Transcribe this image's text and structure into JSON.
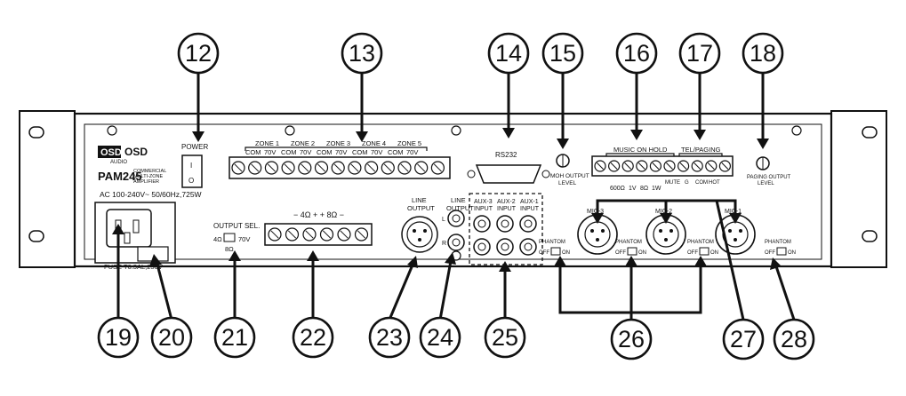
{
  "panel": {
    "brand_logo": "OSD",
    "brand_sub": "AUDIO",
    "brand_logo_right": "OSD",
    "model": "PAM245",
    "model_desc_line1": "COMMERCIAL",
    "model_desc_line2": "MULTI-ZONE",
    "model_desc_line3": "AMPLIFIER",
    "ac_spec": "AC 100-240V~ 50/60Hz,725W",
    "fuse": "FUSE T6.3AL,250V",
    "power": "POWER",
    "power_on": "I",
    "power_off": "O",
    "output_sel": "OUTPUT SEL.",
    "output_4ohm": "4Ω",
    "output_8ohm": "8Ω",
    "output_70v": "70V",
    "speaker_terminal": "− 4Ω +   + 8Ω −",
    "zones": [
      "ZONE 1",
      "ZONE 2",
      "ZONE 3",
      "ZONE 4",
      "ZONE 5"
    ],
    "zone_com": "COM",
    "zone_70v": "70V",
    "line_output_1": "LINE\nOUTPUT",
    "line_output_2": "LINE\nOUTPUT",
    "line_out_l": "L",
    "line_out_r": "R",
    "aux_inputs": [
      "AUX-3\nINPUT",
      "AUX-2\nINPUT",
      "AUX-1\nINPUT"
    ],
    "rs232": "RS232",
    "moh_output_level": "MOH OUTPUT\nLEVEL",
    "music_on_hold": "MUSIC ON HOLD",
    "moh_terms": [
      "600Ω",
      "1V",
      "8Ω",
      "1W"
    ],
    "tel_paging": "TEL/PAGING",
    "tel_terms": [
      "MUTE",
      "G",
      "COM",
      "HOT"
    ],
    "paging_output_level": "PAGING OUTPUT\nLEVEL",
    "mics": [
      "MIC-3",
      "MIC-2",
      "MIC-1"
    ],
    "phantom": "PHANTOM",
    "phantom_off": "OFF",
    "phantom_on": "ON"
  },
  "callouts": [
    "12",
    "13",
    "14",
    "15",
    "16",
    "17",
    "18",
    "19",
    "20",
    "21",
    "22",
    "23",
    "24",
    "25",
    "26",
    "27",
    "28"
  ]
}
